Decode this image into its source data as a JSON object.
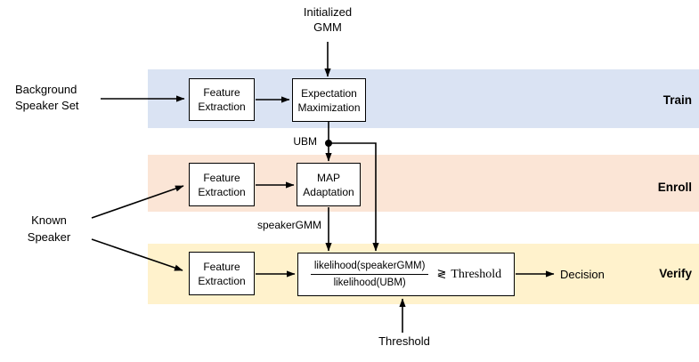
{
  "diagram": {
    "inputs": {
      "initialized_gmm": {
        "line1": "Initialized",
        "line2": "GMM"
      },
      "background_speaker_set": {
        "line1": "Background",
        "line2": "Speaker Set"
      },
      "known_speaker": {
        "line1": "Known",
        "line2": "Speaker"
      },
      "threshold": "Threshold"
    },
    "bands": [
      {
        "label": "Train",
        "color": "#dae3f3"
      },
      {
        "label": "Enroll",
        "color": "#fbe5d6"
      },
      {
        "label": "Verify",
        "color": "#fff2cc"
      }
    ],
    "boxes": {
      "feature_extraction_train": {
        "line1": "Feature",
        "line2": "Extraction"
      },
      "expectation_maximization": {
        "line1": "Expectation",
        "line2": "Maximization"
      },
      "feature_extraction_enroll": {
        "line1": "Feature",
        "line2": "Extraction"
      },
      "map_adaptation": {
        "line1": "MAP",
        "line2": "Adaptation"
      },
      "feature_extraction_verify": {
        "line1": "Feature",
        "line2": "Extraction"
      }
    },
    "signals": {
      "ubm": "UBM",
      "speaker_gmm": "speakerGMM"
    },
    "formula": {
      "numerator": "likelihood(speakerGMM)",
      "denominator": "likelihood(UBM)",
      "relation": "≷",
      "rhs": "Threshold"
    },
    "output": {
      "decision": "Decision"
    }
  }
}
